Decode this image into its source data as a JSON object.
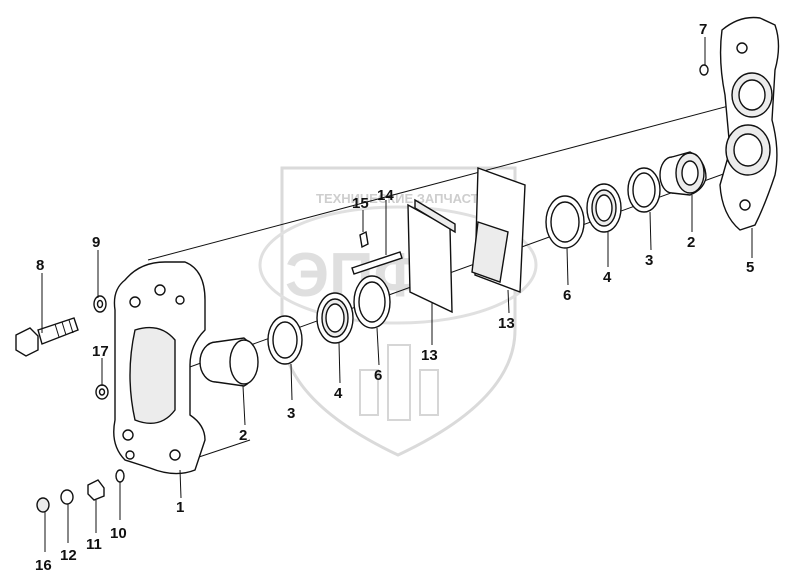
{
  "watermark": {
    "caption": "ТЕХНИЧЕСКИЕ ЗАПЧАСТИ",
    "logo": "ЭПФ"
  },
  "callouts": {
    "c1": "1",
    "c2a": "2",
    "c2b": "2",
    "c3a": "3",
    "c3b": "3",
    "c4a": "4",
    "c4b": "4",
    "c5": "5",
    "c6a": "6",
    "c6b": "6",
    "c7": "7",
    "c8": "8",
    "c9": "9",
    "c10": "10",
    "c11": "11",
    "c12": "12",
    "c13a": "13",
    "c13b": "13",
    "c14": "14",
    "c15": "15",
    "c16": "16",
    "c17": "17"
  }
}
